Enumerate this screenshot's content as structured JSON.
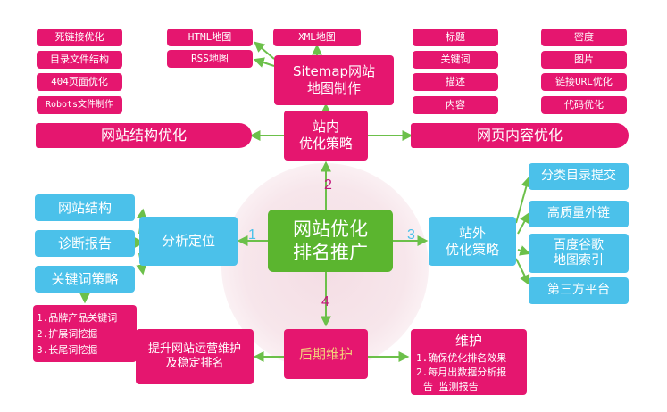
{
  "center": {
    "line1": "网站优化",
    "line2": "排名推广"
  },
  "onsite": {
    "line1": "站内",
    "line2": "优化策略"
  },
  "sitemap": {
    "line1": "Sitemap网站",
    "line2": "地图制作",
    "html": "HTML地图",
    "xml": "XML地图",
    "rss": "RSS地图"
  },
  "structure": {
    "title": "网站结构优化",
    "items": [
      "死链接优化",
      "目录文件结构",
      "404页面优化",
      "Robots文件制作"
    ]
  },
  "content": {
    "title": "网页内容优化",
    "left": [
      "标题",
      "关键词",
      "描述",
      "内容"
    ],
    "right": [
      "密度",
      "图片",
      "链接URL优化",
      "代码优化"
    ]
  },
  "analysis": {
    "title": "分析定位",
    "items": [
      "网站结构",
      "诊断报告",
      "关键词策略"
    ],
    "keyword_list": [
      "1.品牌产品关键词",
      "2.扩展词挖掘",
      "3.长尾词挖掘"
    ]
  },
  "offsite": {
    "line1": "站外",
    "line2": "优化策略",
    "items": [
      {
        "l1": "分类目录提交",
        "l2": ""
      },
      {
        "l1": "高质量外链",
        "l2": ""
      },
      {
        "l1": "百度谷歌",
        "l2": "地图索引"
      },
      {
        "l1": "第三方平台",
        "l2": ""
      }
    ]
  },
  "later": {
    "title": "后期维护"
  },
  "ops": {
    "line1": "提升网站运营维护",
    "line2": "及稳定排名"
  },
  "maintain": {
    "title": "维护",
    "line1": "1.确保优化排名效果",
    "line2": "2.每月出数据分析报",
    "line3": "告 监测报告"
  },
  "numbers": {
    "n1": "1",
    "n2": "2",
    "n3": "3",
    "n4": "4"
  },
  "colors": {
    "pink": "#e5166f",
    "blue": "#4bc1ea",
    "green": "#5bb52f",
    "arrow": "#6cc04a",
    "number_blue": "#4bc1ea",
    "number_pink": "#c2137a"
  }
}
